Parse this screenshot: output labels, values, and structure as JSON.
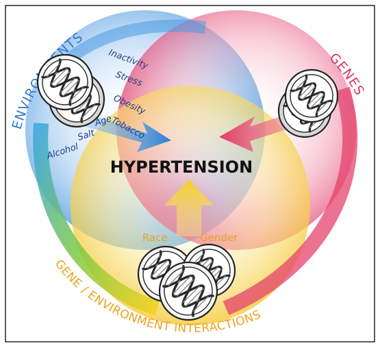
{
  "diagram": {
    "center_label": "HYPERTENSION",
    "environments": {
      "title": "ENVIRONMENTS",
      "factors": [
        "Inactivity",
        "Stress",
        "Obesity",
        "Tobacco",
        "Age",
        "Salt",
        "Alcohol"
      ],
      "color": "#3a8fd9"
    },
    "genes": {
      "title": "GENES",
      "color": "#e2466c"
    },
    "interactions": {
      "title": "GENE / ENVIRONMENT INTERACTIONS",
      "factors": [
        "Race",
        "Gender"
      ],
      "color": "#f0a020"
    },
    "icons": [
      "dna-icon",
      "dna-icon",
      "dna-icon",
      "dna-icon",
      "dna-icon"
    ]
  }
}
